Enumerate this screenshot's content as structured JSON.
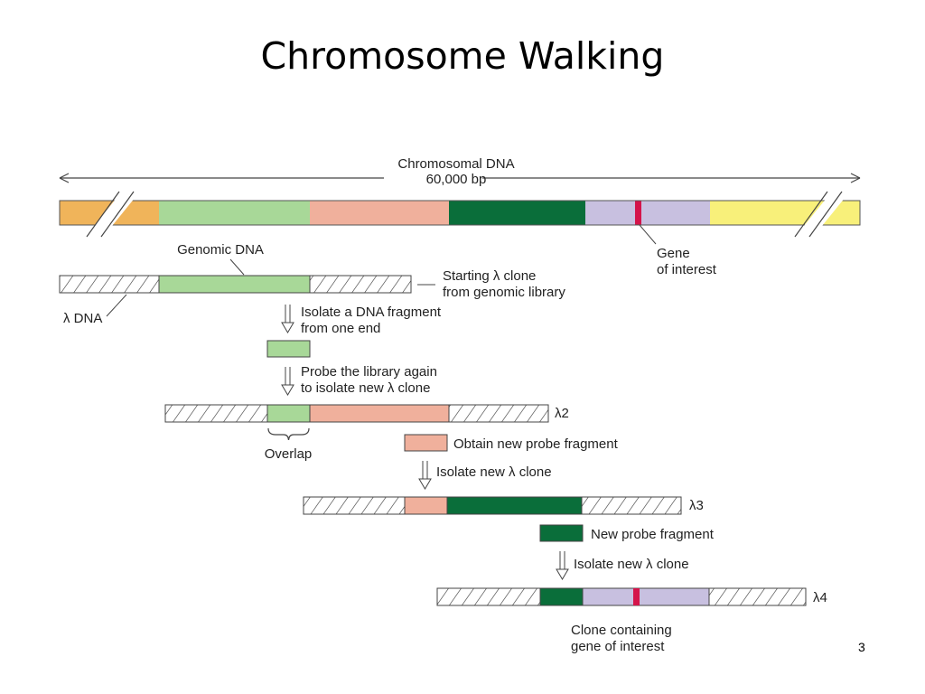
{
  "title": "Chromosome Walking",
  "page_number": "3",
  "colors": {
    "orange": "#f0b45a",
    "light_green": "#a8d898",
    "salmon": "#f0b09c",
    "dark_green": "#0a6e3a",
    "lavender": "#c8c0e0",
    "yellow": "#f8f07a",
    "gene_red": "#d4144a",
    "hatch": "#444444"
  },
  "chromosome": {
    "label_line1": "Chromosomal DNA",
    "label_line2": "60,000 bp",
    "gene_label_line1": "Gene",
    "gene_label_line2": "of interest"
  },
  "genomic_dna_label": "Genomic DNA",
  "lambda_dna_label": "λ DNA",
  "starting_clone": {
    "line1": "Starting λ clone",
    "line2": "from genomic library"
  },
  "steps": {
    "step1_line1": "Isolate a DNA fragment",
    "step1_line2": "from one end",
    "step2_line1": "Probe the library again",
    "step2_line2": "to isolate new λ clone",
    "step3": "Obtain new probe fragment",
    "step4": "Isolate new λ clone",
    "step5": "New probe fragment",
    "step6": "Isolate new λ clone"
  },
  "overlap_label": "Overlap",
  "clone_labels": {
    "lambda2": "λ2",
    "lambda3": "λ3",
    "lambda4": "λ4"
  },
  "final_clone": {
    "line1": "Clone containing",
    "line2": "gene of interest"
  }
}
